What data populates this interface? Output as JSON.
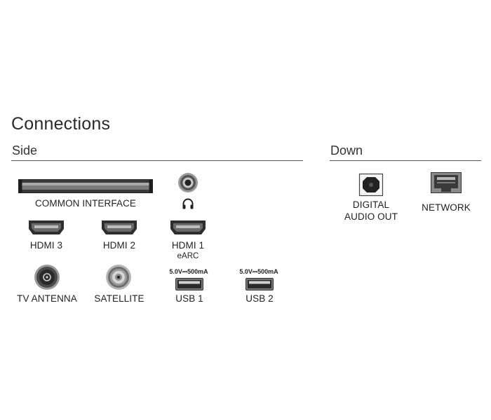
{
  "title": "Connections",
  "sections": {
    "side": {
      "label": "Side",
      "ports": {
        "common_interface": "COMMON INTERFACE",
        "headphone_icon": "headphones-icon",
        "hdmi3": "HDMI 3",
        "hdmi2": "HDMI 2",
        "hdmi1": "HDMI 1",
        "hdmi1_sub": "eARC",
        "tv_antenna": "TV ANTENNA",
        "satellite": "SATELLITE",
        "usb1": "USB 1",
        "usb1_power": "5.0V⎓500mA",
        "usb2": "USB 2",
        "usb2_power": "5.0V⎓500mA"
      }
    },
    "down": {
      "label": "Down",
      "ports": {
        "digital_audio_out_line1": "DIGITAL",
        "digital_audio_out_line2": "AUDIO OUT",
        "network": "NETWORK"
      }
    }
  },
  "colors": {
    "port_dark": "#2b2b2b",
    "port_mid": "#6a6a6a",
    "port_light": "#bdbdbd",
    "rule": "#555555"
  }
}
